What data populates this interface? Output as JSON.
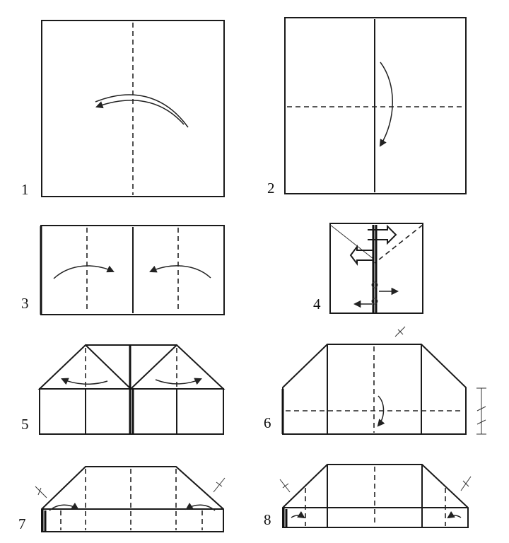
{
  "steps": [
    {
      "label": "1"
    },
    {
      "label": "2"
    },
    {
      "label": "3"
    },
    {
      "label": "4"
    },
    {
      "label": "5"
    },
    {
      "label": "6"
    },
    {
      "label": "7"
    },
    {
      "label": "8"
    }
  ],
  "colors": {
    "line": "#1a1a1a",
    "paper": "#ffffff"
  }
}
